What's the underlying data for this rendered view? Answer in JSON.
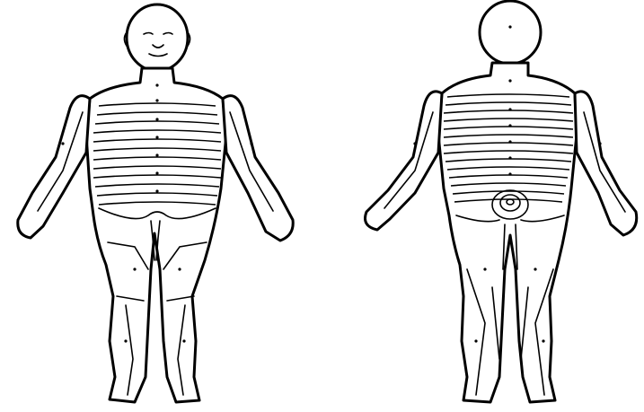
{
  "diagram": {
    "views": [
      {
        "name": "anterior",
        "bands": 12
      },
      {
        "name": "posterior",
        "bands": 14
      }
    ],
    "colors": {
      "ink": "#000000",
      "paper": "#ffffff"
    }
  }
}
